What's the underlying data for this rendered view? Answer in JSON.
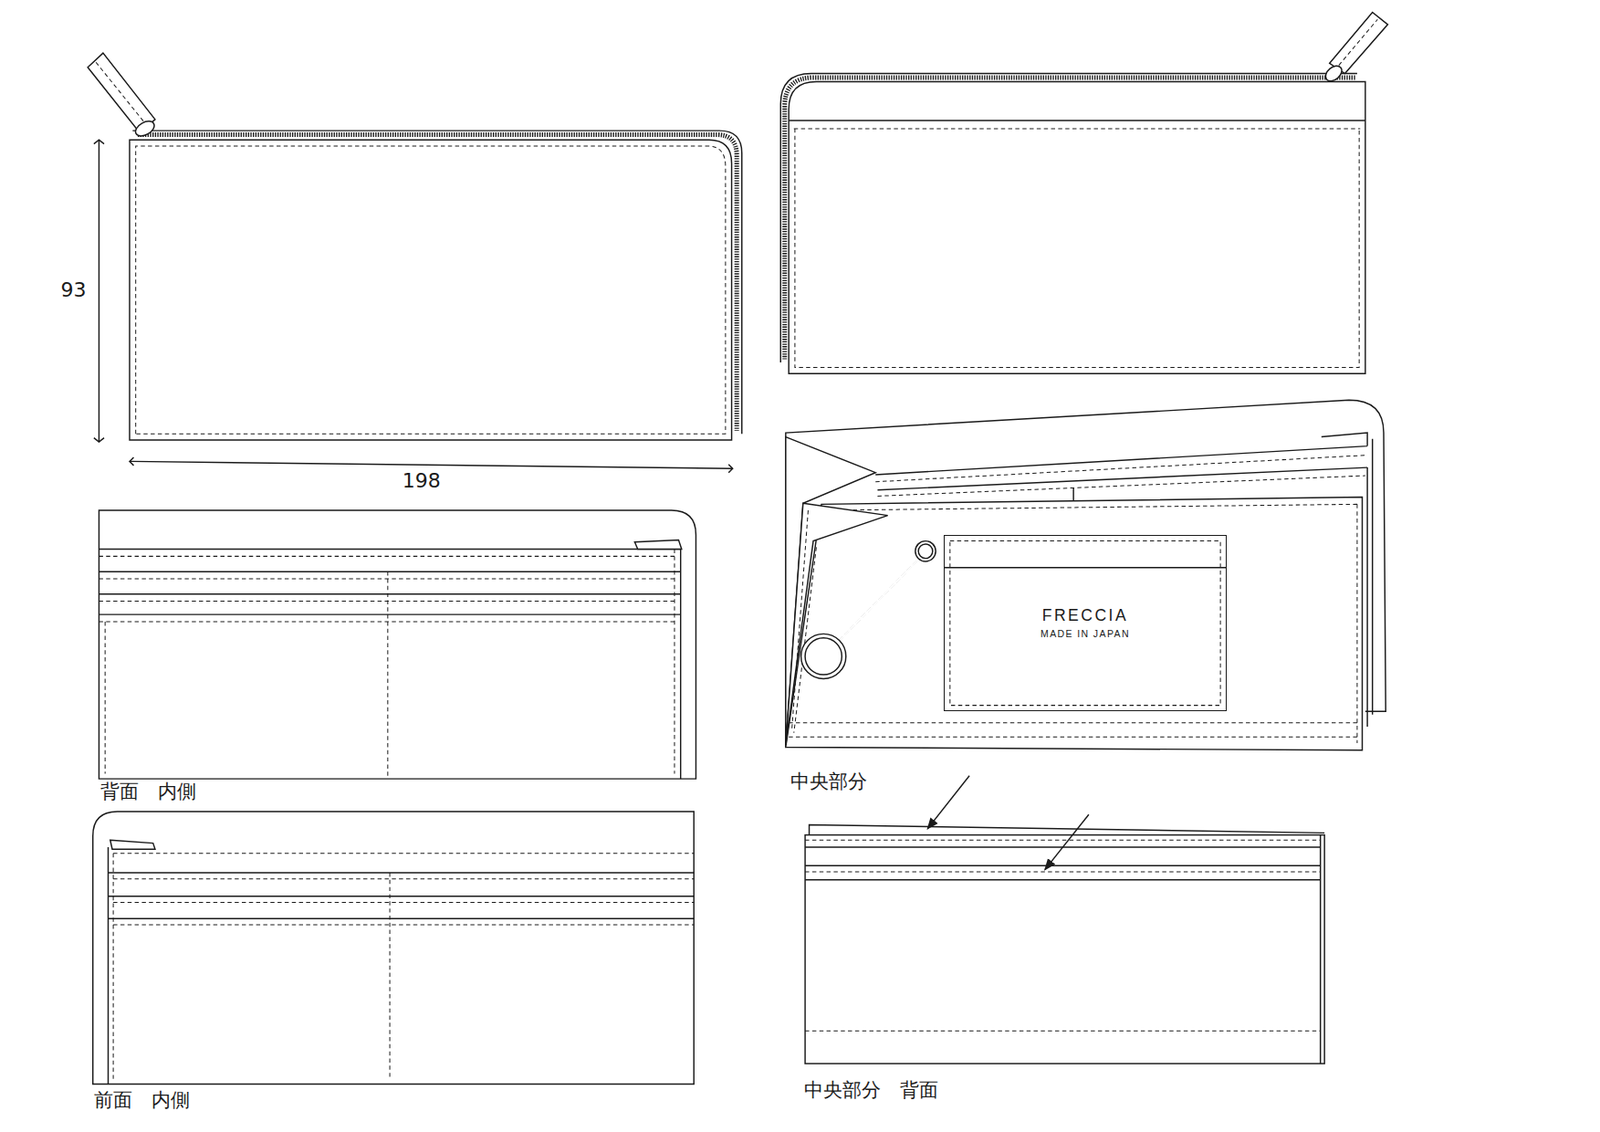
{
  "diagram": {
    "nodes": [
      {
        "text": [
          "FRECCIA",
          "MADE IN JAPAN"
        ]
      }
    ],
    "labels": [
      "93",
      "198",
      "背面　内側",
      "前面　内側",
      "中央部分",
      "中央部分　背面"
    ]
  }
}
